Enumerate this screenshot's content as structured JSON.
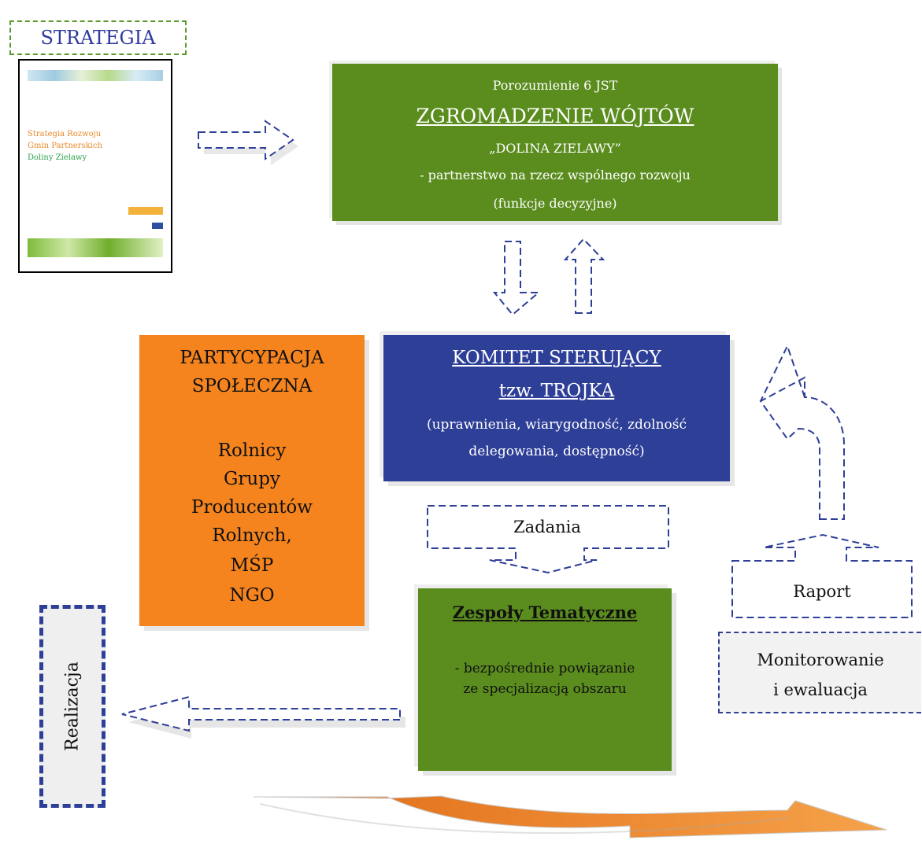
{
  "strategy_label": "STRATEGIA",
  "book": {
    "line1": "Strategia Rozwoju",
    "line2": "Gmin Partnerskich",
    "line3": "Doliny Zielawy"
  },
  "council": {
    "line1": "Porozumienie 6 JST",
    "line2": "ZGROMADZENIE WÓJTÓW",
    "line3": "„DOLINA ZIELAWY”",
    "line4": "- partnerstwo na rzecz wspólnego rozwoju",
    "line5": "(funkcje decyzyjne)"
  },
  "participation": {
    "title_line1": "PARTYCYPACJA",
    "title_line2": "SPOŁECZNA",
    "items": [
      "Rolnicy",
      "Grupy",
      "Producentów",
      "Rolnych,",
      "MŚP",
      "NGO"
    ]
  },
  "committee": {
    "line1": "KOMITET STERUJĄCY",
    "line2": "tzw. TROJKA",
    "line3": "(uprawnienia, wiarygodność, zdolność",
    "line4": "delegowania, dostępność)"
  },
  "tasks_label": "Zadania",
  "teams": {
    "title": "Zespoły Tematyczne",
    "line1": "- bezpośrednie powiązanie",
    "line2": "ze specjalizacją obszaru"
  },
  "report_label": "Raport",
  "monitoring": {
    "line1": "Monitorowanie",
    "line2": "i ewaluacja"
  },
  "realization_label": "Realizacja",
  "colors": {
    "green": "#5a8c1e",
    "orange": "#f5841f",
    "blue": "#2e3f97",
    "dash_blue": "#2e3f97"
  }
}
